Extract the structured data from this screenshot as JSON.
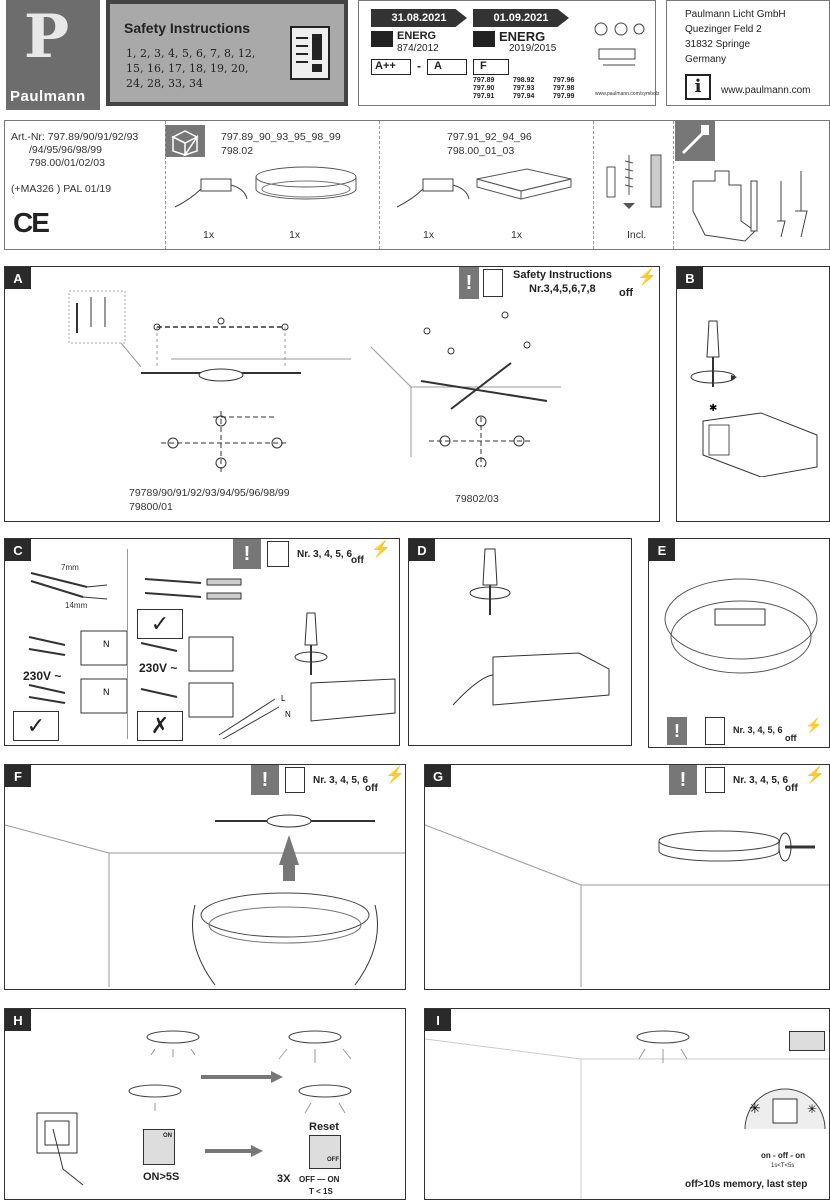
{
  "header": {
    "brand": "Paulmann",
    "logo_letter": "P",
    "safety_title": "Safety Instructions",
    "safety_numbers": "1, 2, 3, 4, 5, 6, 7, 8, 12, 15, 16, 17, 18, 19, 20, 24, 28, 33, 34",
    "energy": {
      "date_old": "31.08.2021",
      "date_new": "01.09.2021",
      "reg_old": "874/2012",
      "reg_new": "2019/2015",
      "class_old_from": "A++",
      "class_old_to": "A",
      "class_new": "F",
      "energy_word": "ENERG",
      "articles": [
        "797.89",
        "798.92",
        "797.96",
        "797.90",
        "797.93",
        "797.98",
        "797.91",
        "797.94",
        "797.99"
      ],
      "symbols_url": "www.paulmann.com/symbols"
    },
    "company": {
      "name": "Paulmann Licht GmbH",
      "street": "Quezinger Feld 2",
      "city": "31832 Springe",
      "country": "Germany",
      "web": "www.paulmann.com"
    }
  },
  "articles": {
    "art_nr_line1": "Art.-Nr: 797.89/90/91/92/93",
    "art_nr_line2": "/94/95/96/98/99",
    "art_nr_line3": "798.00/01/02/03",
    "ma_line": "(+MA326 ) PAL 01/19",
    "ce": "CE",
    "round_nrs_1": "797.89_90_93_95_98_99",
    "round_nrs_2": "798.02",
    "square_nrs_1": "797.91_92_94_96",
    "square_nrs_2": "798.00_01_03",
    "qty": "1x",
    "incl": "Incl."
  },
  "panels": {
    "A": {
      "tag": "A",
      "safety_title": "Safety Instructions",
      "safety_nr": "Nr.3,4,5,6,7,8",
      "off": "off",
      "label_round_1": "79789/90/91/92/93/94/95/96/98/99",
      "label_round_2": "79800/01",
      "label_square": "79802/03"
    },
    "B": {
      "tag": "B"
    },
    "C": {
      "tag": "C",
      "safety_nr": "Nr. 3, 4, 5, 6",
      "off": "off",
      "mm7": "7mm",
      "mm14": "14mm",
      "voltage": "230V ~"
    },
    "D": {
      "tag": "D"
    },
    "E": {
      "tag": "E",
      "safety_nr": "Nr. 3, 4, 5, 6",
      "off": "off"
    },
    "F": {
      "tag": "F",
      "safety_nr": "Nr. 3, 4, 5, 6",
      "off": "off"
    },
    "G": {
      "tag": "G",
      "safety_nr": "Nr. 3, 4, 5, 6",
      "off": "off"
    },
    "H": {
      "tag": "H",
      "on5s": "ON>5S",
      "reset": "Reset",
      "x3": "3X",
      "off_on": "OFF — ON",
      "t1s": "T < 1S",
      "on": "ON",
      "off": "OFF"
    },
    "I": {
      "tag": "I",
      "memory": "off>10s memory, last step",
      "cycle": "on - off - on",
      "cycle_t": "1s<T<5s"
    }
  }
}
